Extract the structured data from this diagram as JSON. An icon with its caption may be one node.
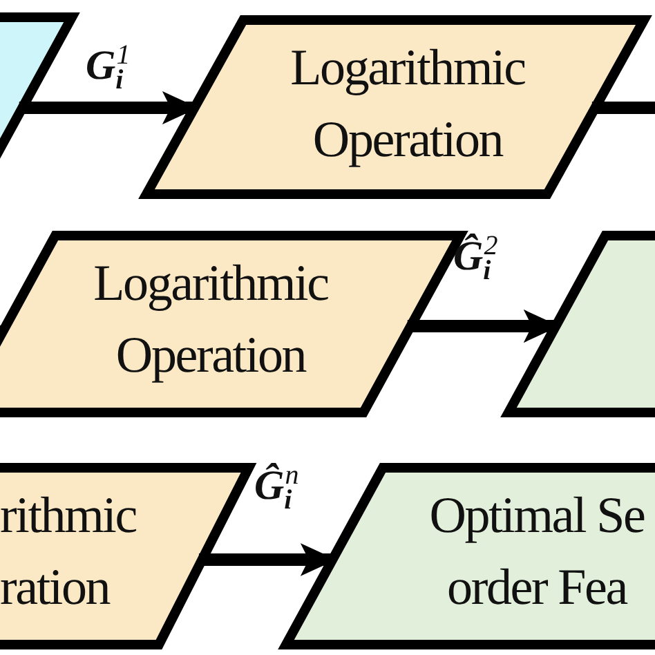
{
  "diagram": {
    "nodes": [
      {
        "text": [],
        "shape": "parallelogram"
      },
      {
        "text": [
          "Logarithmic Operation"
        ]
      },
      {
        "text": [
          "Logarithmic Operation"
        ]
      },
      {
        "text": [],
        "shape": "parallelogram"
      },
      {
        "text": [
          "rithmic ration"
        ]
      },
      {
        "text": [
          "Optimal Se order Fea"
        ]
      }
    ],
    "edges": [
      {
        "from": 0,
        "to": 1,
        "arrow": "to",
        "label": "**G**$_{i}$$^{1}$"
      },
      {
        "from": 1,
        "to": null,
        "arrow": "none"
      },
      {
        "from": null,
        "to": 2,
        "arrow": "to"
      },
      {
        "from": 2,
        "to": 3,
        "arrow": "to",
        "label": "**Ĝ**$_{i}$$^{2}$"
      },
      {
        "from": 4,
        "to": 5,
        "arrow": "to",
        "label": "**Ĝ**$_{i}$$^{n}$"
      }
    ]
  }
}
